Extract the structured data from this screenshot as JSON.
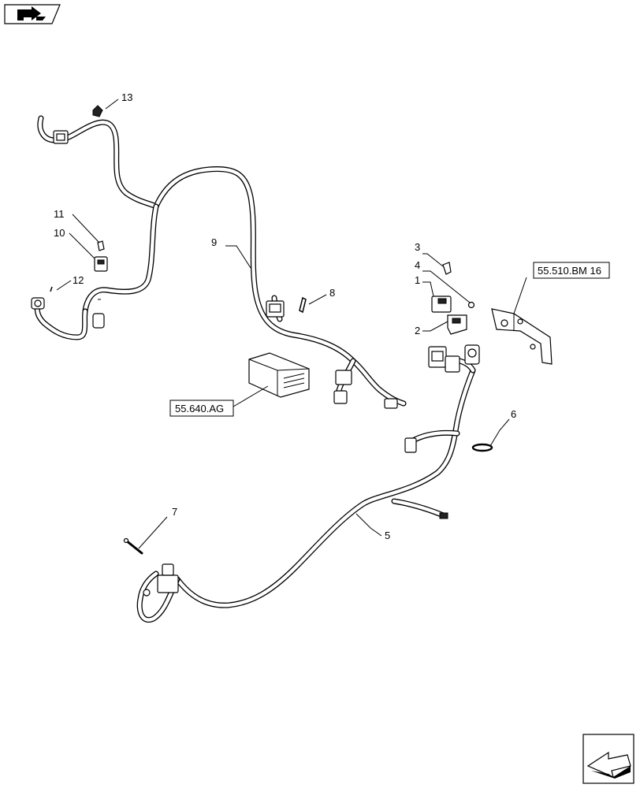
{
  "callouts": [
    {
      "id": "1",
      "label": "1"
    },
    {
      "id": "2",
      "label": "2"
    },
    {
      "id": "3",
      "label": "3"
    },
    {
      "id": "4",
      "label": "4"
    },
    {
      "id": "5",
      "label": "5"
    },
    {
      "id": "6",
      "label": "6"
    },
    {
      "id": "7",
      "label": "7"
    },
    {
      "id": "8",
      "label": "8"
    },
    {
      "id": "9",
      "label": "9"
    },
    {
      "id": "10",
      "label": "10"
    },
    {
      "id": "11",
      "label": "11"
    },
    {
      "id": "12",
      "label": "12"
    },
    {
      "id": "13",
      "label": "13"
    }
  ],
  "references": {
    "bracket_ref": "55.510.BM 16",
    "module_ref": "55.640.AG"
  },
  "icons": {
    "top_left": "book-arrow-icon",
    "bottom_right": "next-page-arrow-icon"
  },
  "colors": {
    "line": "#000000",
    "background": "#ffffff"
  }
}
